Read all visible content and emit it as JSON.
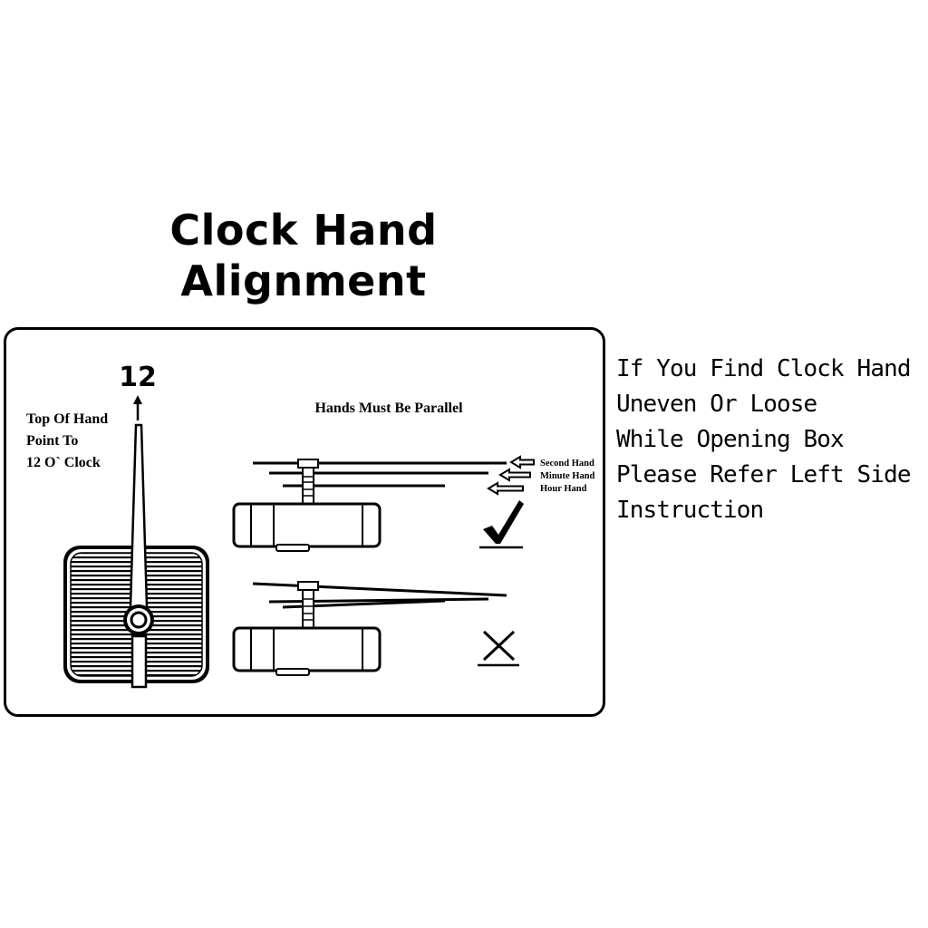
{
  "title": {
    "line1": "Clock Hand",
    "line2": "Alignment"
  },
  "diagram": {
    "twelve_label": "12",
    "top_label": [
      "Top Of Hand",
      "Point To",
      "12 O` Clock"
    ],
    "parallel_heading": "Hands Must Be Parallel",
    "hand_labels": {
      "second": "Second Hand",
      "minute": "Minute Hand",
      "hour": "Hour Hand"
    },
    "correct_icon": "check-mark-icon",
    "incorrect_icon": "cross-mark-icon"
  },
  "note": {
    "lines": [
      "If You Find Clock Hand",
      "Uneven Or Loose",
      "While Opening Box",
      "Please Refer Left Side",
      "Instruction"
    ]
  }
}
